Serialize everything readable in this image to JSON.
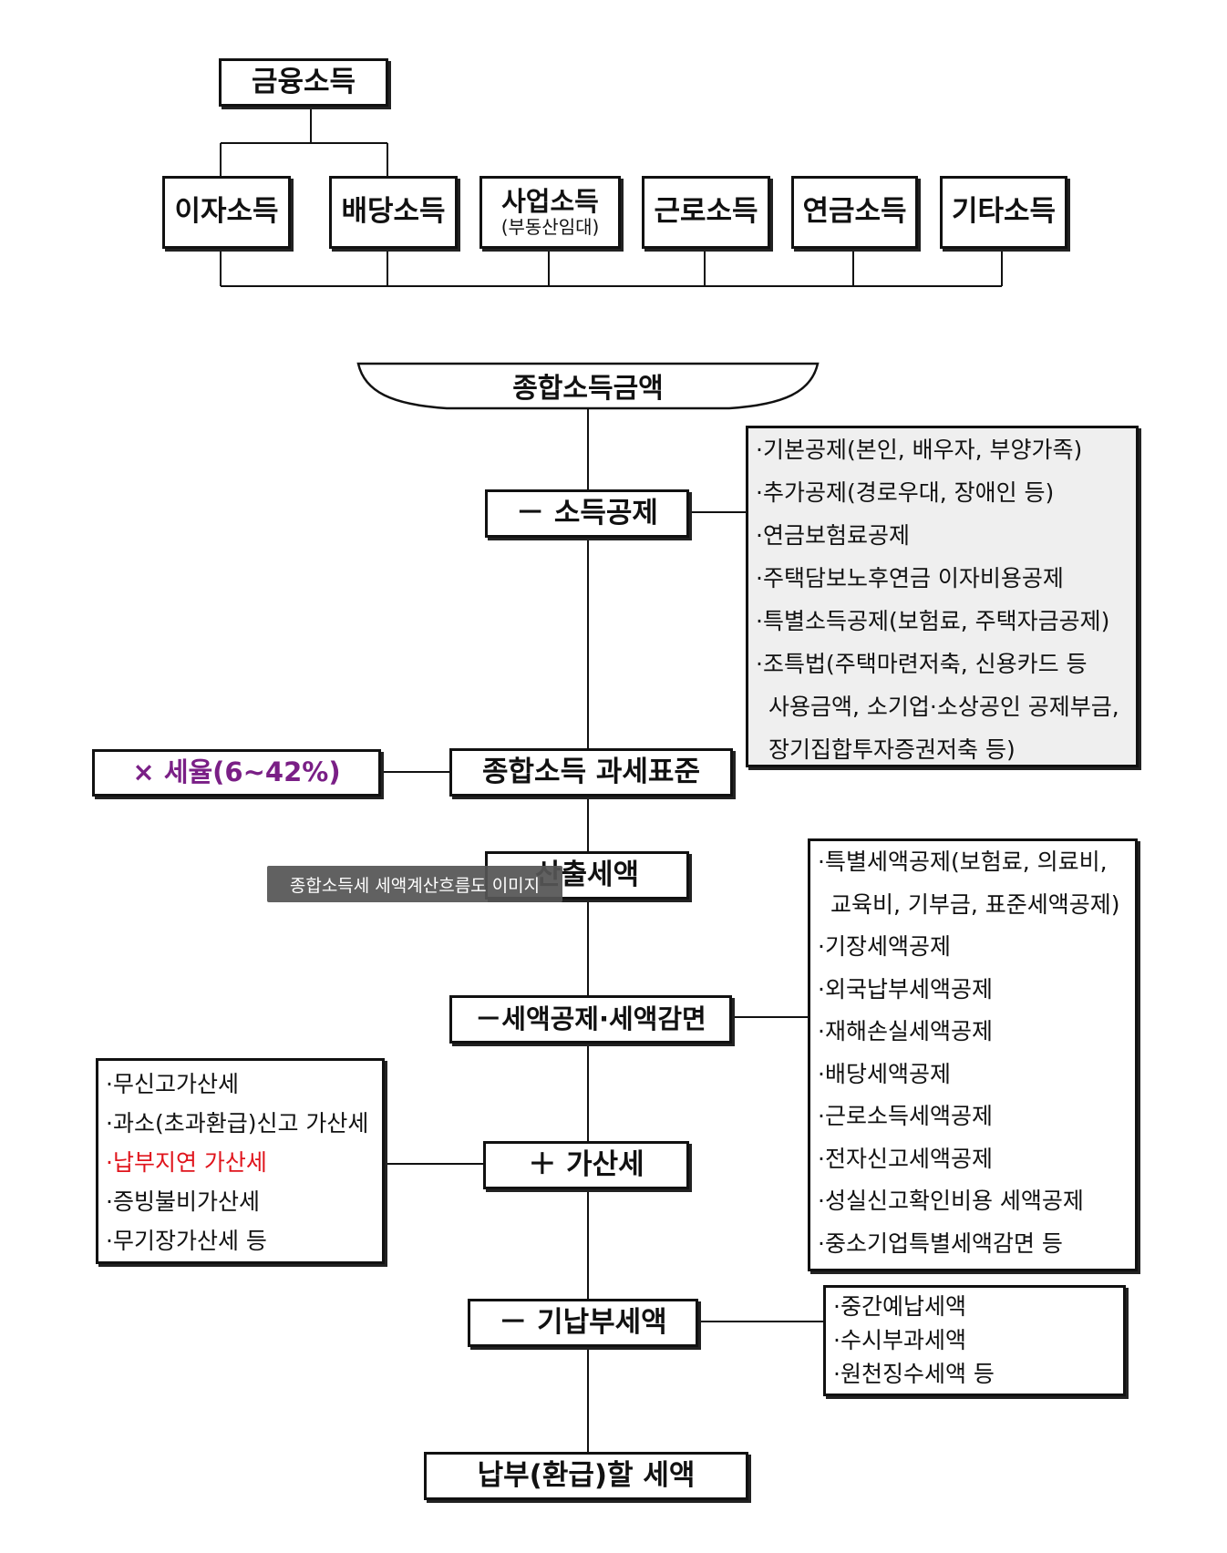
{
  "top": {
    "root": "금융소득",
    "income_types": [
      "이자소득",
      "배당소득",
      "사업소득",
      "근로소득",
      "연금소득",
      "기타소득"
    ],
    "business_sub": "(부동산임대)"
  },
  "flow": {
    "total_income": "종합소득금액",
    "income_deduction": "－ 소득공제",
    "tax_base": "종합소득 과세표준",
    "tax_rate": "× 세율(6~42%)",
    "calculated_tax": "산출세액",
    "tax_credit": "－세액공제·세액감면",
    "additional_tax": "＋ 가산세",
    "prepaid_tax": "－ 기납부세액",
    "final_tax": "납부(환급)할 세액"
  },
  "deduction_items": [
    "·기본공제(본인, 배우자, 부양가족)",
    "·추가공제(경로우대, 장애인 등)",
    "·연금보험료공제",
    "·주택담보노후연금 이자비용공제",
    "·특별소득공제(보험료, 주택자금공제)",
    "·조특법(주택마련저축, 신용카드 등",
    "사용금액, 소기업·소상공인 공제부금,",
    "장기집합투자증권저축 등)"
  ],
  "credit_items": [
    "·특별세액공제(보험료, 의료비,",
    "교육비, 기부금, 표준세액공제)",
    "·기장세액공제",
    "·외국납부세액공제",
    "·재해손실세액공제",
    "·배당세액공제",
    "·근로소득세액공제",
    "·전자신고세액공제",
    "·성실신고확인비용 세액공제",
    "·중소기업특별세액감면 등"
  ],
  "penalty_items": [
    "·무신고가산세",
    "·과소(초과환급)신고 가산세",
    "·납부지연 가산세",
    "·증빙불비가산세",
    "·무기장가산세 등"
  ],
  "prepaid_items": [
    "·중간예납세액",
    "·수시부과세액",
    "·원천징수세액 등"
  ],
  "tooltip": "종합소득세 세액계산흐름도 이미지",
  "colors": {
    "line": "#111111",
    "rate_text": "#7a1f86",
    "highlight_text": "#e0141c",
    "gray_box": "#efefef"
  }
}
